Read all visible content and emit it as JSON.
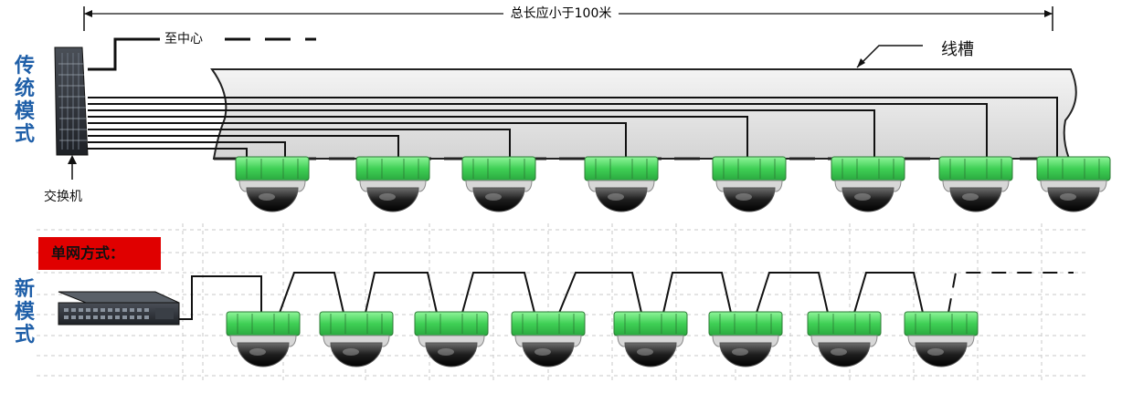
{
  "legacy": {
    "mode_label": "传统模式",
    "total_length": "总长应小于100米",
    "to_center": "至中心",
    "trunking": "线槽",
    "switch": "交换机"
  },
  "new": {
    "mode_label": "新模式",
    "single_net": "单网方式："
  },
  "colors": {
    "label_blue": "#1f5fa8",
    "camera_green": "#4cd964",
    "badge_red": "#e00000"
  }
}
